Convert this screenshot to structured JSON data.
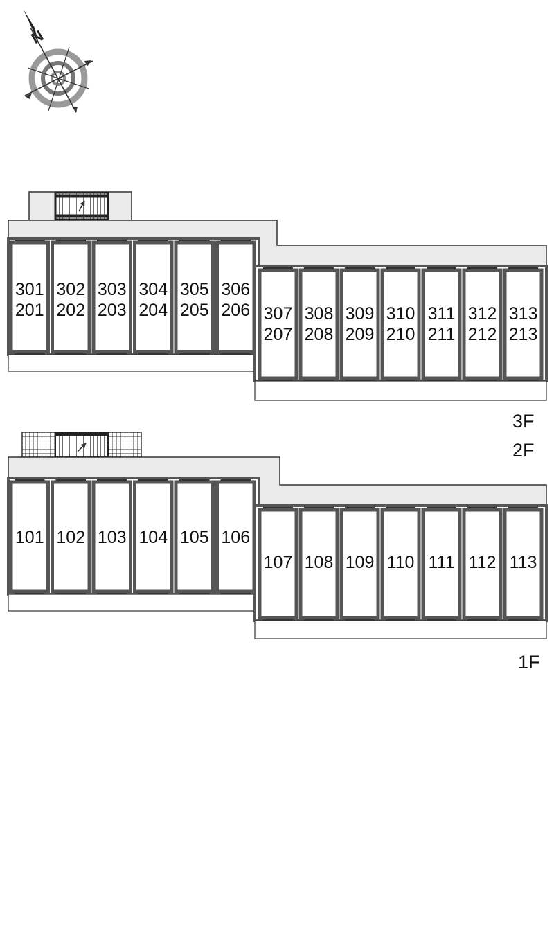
{
  "compass": {
    "north_label": "N",
    "icon": "compass-icon"
  },
  "upper_plan": {
    "floor_labels": [
      "3F",
      "2F"
    ],
    "west_wing": [
      {
        "top": "301",
        "bottom": "201"
      },
      {
        "top": "302",
        "bottom": "202"
      },
      {
        "top": "303",
        "bottom": "203"
      },
      {
        "top": "304",
        "bottom": "204"
      },
      {
        "top": "305",
        "bottom": "205"
      },
      {
        "top": "306",
        "bottom": "206"
      }
    ],
    "east_wing": [
      {
        "top": "307",
        "bottom": "207"
      },
      {
        "top": "308",
        "bottom": "208"
      },
      {
        "top": "309",
        "bottom": "209"
      },
      {
        "top": "310",
        "bottom": "210"
      },
      {
        "top": "311",
        "bottom": "211"
      },
      {
        "top": "312",
        "bottom": "212"
      },
      {
        "top": "313",
        "bottom": "213"
      }
    ]
  },
  "lower_plan": {
    "floor_labels": [
      "1F"
    ],
    "west_wing": [
      {
        "top": "101"
      },
      {
        "top": "102"
      },
      {
        "top": "103"
      },
      {
        "top": "104"
      },
      {
        "top": "105"
      },
      {
        "top": "106"
      }
    ],
    "east_wing": [
      {
        "top": "107"
      },
      {
        "top": "108"
      },
      {
        "top": "109"
      },
      {
        "top": "110"
      },
      {
        "top": "111"
      },
      {
        "top": "112"
      },
      {
        "top": "113"
      }
    ]
  },
  "colors": {
    "corridor": "#ebebeb",
    "wall": "#555555",
    "line": "#333333",
    "compass_ring": "#8a8a8a"
  }
}
